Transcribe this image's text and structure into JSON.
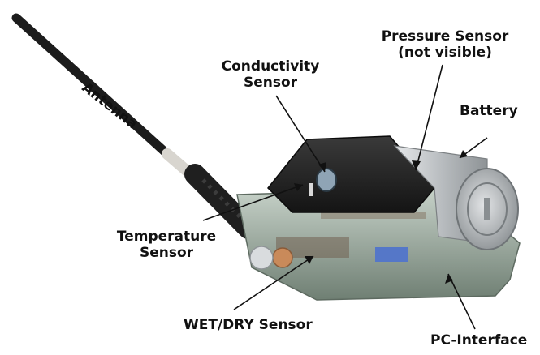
{
  "labels": {
    "antenna": "Antenna",
    "conductivity": [
      "Conductivity",
      "Sensor"
    ],
    "pressure": [
      "Pressure Sensor",
      "(not visible)"
    ],
    "battery": "Battery",
    "temperature": [
      "Temperature",
      "Sensor"
    ],
    "wetdry": "WET/DRY Sensor",
    "pc_interface": "PC-Interface"
  },
  "colors": {
    "housing": "#2b2b2b",
    "resin": "#9fb0a3",
    "battery": "#c9ccce",
    "copper": "#c98a5a",
    "ink": "#111111"
  }
}
